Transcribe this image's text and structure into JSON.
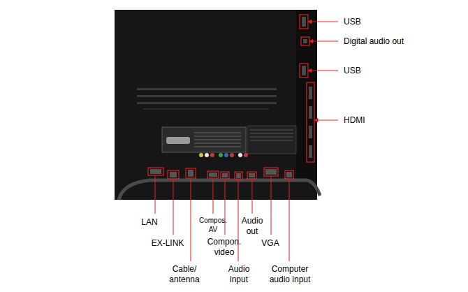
{
  "diagram": {
    "labels": [
      "USB",
      "Digital audio out",
      "USB",
      "HDMI",
      "LAN",
      "EX-LINK",
      "Cable/ antenna",
      "Compos. AV",
      "Compon. video",
      "Audio input",
      "Audio out",
      "VGA",
      "Computer audio input"
    ]
  }
}
